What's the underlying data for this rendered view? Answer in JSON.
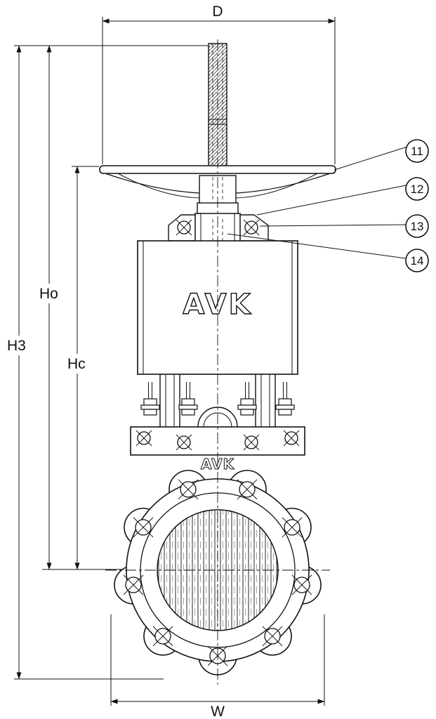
{
  "dimensions": {
    "d": "D",
    "ho": "Ho",
    "h3": "H3",
    "hc": "Hc",
    "w": "W"
  },
  "callouts": [
    {
      "label": "11"
    },
    {
      "label": "12"
    },
    {
      "label": "13"
    },
    {
      "label": "14"
    }
  ],
  "logo": {
    "text": "AVK"
  }
}
